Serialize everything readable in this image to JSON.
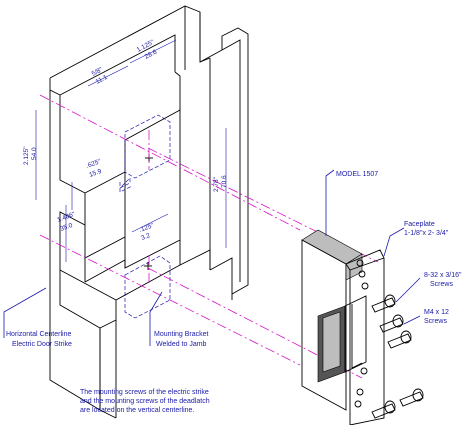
{
  "dimensions": {
    "d1_in": "5/8\"",
    "d1_mm": "11.1",
    "d2_in": "1.125\"",
    "d2_mm": "28.6",
    "d3_in": "2.125\"",
    "d3_mm": "54.0",
    "d4_in": ".625\"",
    "d4_mm": "15.9",
    "d5_in": "1.406\"",
    "d5_mm": "35.0",
    "d6_in": ".125\"",
    "d6_mm": "3.2",
    "d7_in": "2.78\"",
    "d7_mm": "70.6"
  },
  "labels": {
    "model": "MODEL 1507",
    "faceplate_1": "Faceplate",
    "faceplate_2": "1-1/8\"x 2- 3/4\"",
    "screw1_1": "8-32 x 3/16\"",
    "screw1_2": "Screws",
    "screw2_1": "M4 x 12",
    "screw2_2": "Screws",
    "horizontal_1": "Horizontal Centerline",
    "horizontal_2": "Electric Door Strike",
    "bracket_1": "Mounting Bracket",
    "bracket_2": "Welded to Jamb",
    "note_1": "The mounting screws of the electric strike",
    "note_2": "and the mounting screws of the deadlatch",
    "note_3": "are located on the vertical centerline."
  },
  "colors": {
    "line": "#000000",
    "dimension": "#1a1aa8",
    "centerline": "#d316c8"
  }
}
